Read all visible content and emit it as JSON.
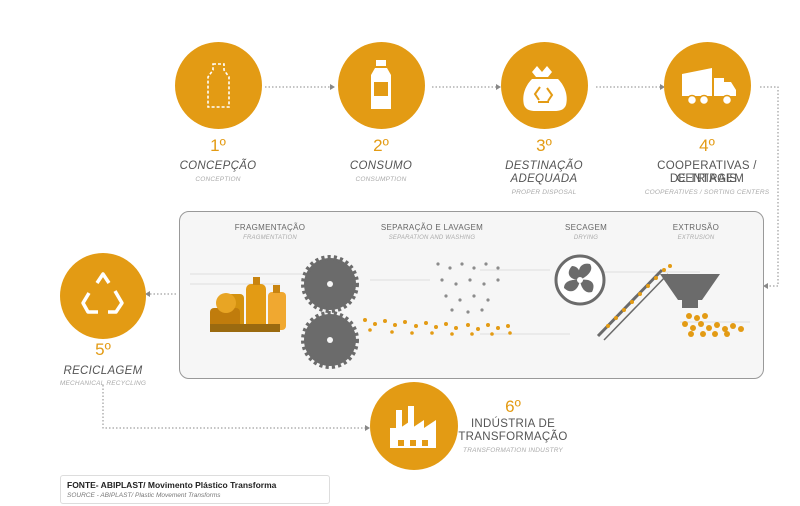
{
  "steps": [
    {
      "num": "1º",
      "name": "CONCEPÇÃO",
      "sub": "CONCEPTION"
    },
    {
      "num": "2º",
      "name": "CONSUMO",
      "sub": "CONSUMPTION"
    },
    {
      "num": "3º",
      "name_l1": "DESTINAÇÃO",
      "name_l2": "ADEQUADA",
      "sub": "PROPER DISPOSAL"
    },
    {
      "num": "4º",
      "name_l1": "COOPERATIVAS / CENTRAIS",
      "name_l2": "DE TRIAGEM",
      "sub": "COOPERATIVES / SORTING CENTERS"
    },
    {
      "num": "5º",
      "name": "RECICLAGEM",
      "sub": "MECHANICAL RECYCLING"
    },
    {
      "num": "6º",
      "name_l1": "INDÚSTRIA DE",
      "name_l2": "TRANSFORMAÇÃO",
      "sub": "TRANSFORMATION INDUSTRY"
    }
  ],
  "process": [
    {
      "name": "FRAGMENTAÇÃO",
      "sub": "FRAGMENTATION"
    },
    {
      "name": "SEPARAÇÃO E LAVAGEM",
      "sub": "SEPARATION AND WASHING"
    },
    {
      "name": "SECAGEM",
      "sub": "DRYING"
    },
    {
      "name": "EXTRUSÃO",
      "sub": "EXTRUSION"
    }
  ],
  "source": {
    "line1": "FONTE- ABIPLAST/ Movimento Plástico Transforma",
    "line2": "SOURCE - ABIPLAST/ Plastic Movement Transforms"
  },
  "colors": {
    "accent": "#e39b14",
    "gray": "#6b6b6b"
  }
}
